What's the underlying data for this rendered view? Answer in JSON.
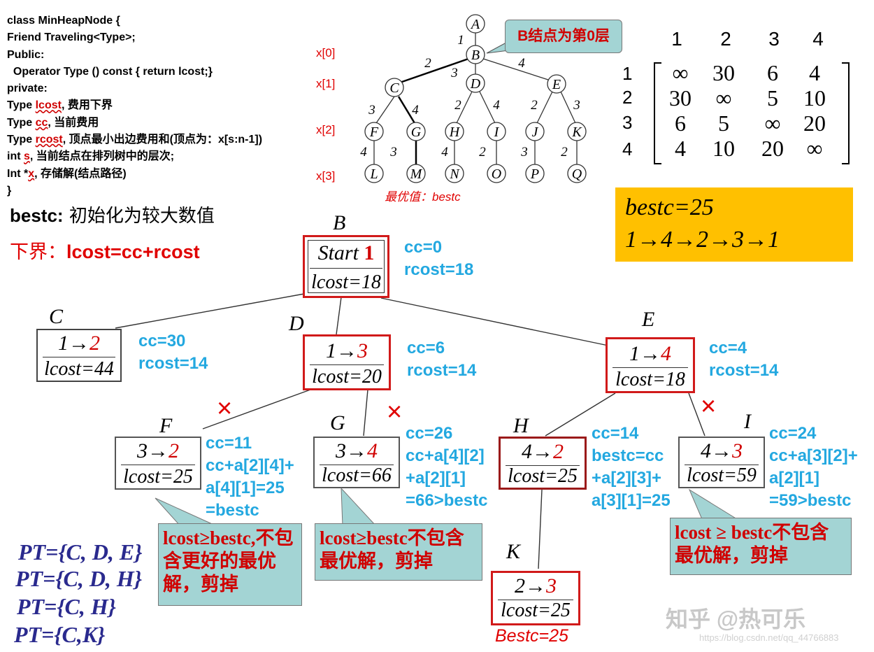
{
  "code": {
    "lines": [
      [
        {
          "t": "class MinHeapNode {"
        }
      ],
      [
        {
          "t": "Friend Traveling<Type>;"
        }
      ],
      [
        {
          "t": "Public:"
        }
      ],
      [
        {
          "t": "  Operator Type () const { return lcost;}"
        }
      ],
      [
        {
          "t": "private:"
        }
      ],
      [
        {
          "t": "Type "
        },
        {
          "t": "lcost",
          "c": "red"
        },
        {
          "t": ", 费用下界"
        }
      ],
      [
        {
          "t": "Type "
        },
        {
          "t": "cc",
          "c": "red"
        },
        {
          "t": ", 当前费用"
        }
      ],
      [
        {
          "t": "Type "
        },
        {
          "t": "rcost",
          "c": "red"
        },
        {
          "t": ", 顶点最小出边费用和(顶点为：x[s:n-1])"
        }
      ],
      [
        {
          "t": "int "
        },
        {
          "t": "s",
          "c": "red"
        },
        {
          "t": ", 当前结点在排列树中的层次;"
        }
      ],
      [
        {
          "t": "Int *"
        },
        {
          "t": "x",
          "c": "red"
        },
        {
          "t": ", 存储解(结点路径)"
        }
      ],
      [
        {
          "t": "}"
        }
      ]
    ],
    "x_labels": [
      "x[0]",
      "x[1]",
      "x[2]",
      "x[3]"
    ]
  },
  "small_tree": {
    "nodes": [
      "A",
      "B",
      "C",
      "D",
      "E",
      "F",
      "G",
      "H",
      "I",
      "J",
      "K",
      "L",
      "M",
      "N",
      "O",
      "P",
      "Q"
    ],
    "edge_labels": [
      "1",
      "2",
      "3",
      "4",
      "3",
      "4",
      "2",
      "4",
      "2",
      "3",
      "4",
      "3",
      "4",
      "2",
      "3",
      "2"
    ],
    "callout": "B结点为第0层",
    "caption": "最优值：bestc"
  },
  "matrix": {
    "col_headers": [
      "1",
      "2",
      "3",
      "4"
    ],
    "row_headers": [
      "1",
      "2",
      "3",
      "4"
    ],
    "cells": [
      [
        "∞",
        "30",
        "6",
        "4"
      ],
      [
        "30",
        "∞",
        "5",
        "10"
      ],
      [
        "6",
        "5",
        "∞",
        "20"
      ],
      [
        "4",
        "10",
        "20",
        "∞"
      ]
    ]
  },
  "notes": {
    "bestc_init_label": "bestc:",
    "bestc_init_text": " 初始化为较大数值",
    "lower_bound_prefix": "下界：",
    "lower_bound_formula": "lcost=cc+rcost"
  },
  "result_box": {
    "line1": "bestc=25",
    "line2": "1→4→2→3→1"
  },
  "tree": {
    "B": {
      "letter": "B",
      "top": "Start",
      "top_num": "1",
      "bottom": "lcost=18",
      "info": "cc=0\nrcost=18"
    },
    "C": {
      "letter": "C",
      "top_a": "1→",
      "top_b": "2",
      "bottom": "lcost=44",
      "info": "cc=30\nrcost=14"
    },
    "D": {
      "letter": "D",
      "top_a": "1→",
      "top_b": "3",
      "bottom": "lcost=20",
      "info": "cc=6\nrcost=14"
    },
    "E": {
      "letter": "E",
      "top_a": "1→",
      "top_b": "4",
      "bottom": "lcost=18",
      "info": "cc=4\nrcost=14"
    },
    "F": {
      "letter": "F",
      "top_a": "3→",
      "top_b": "2",
      "bottom": "lcost=25",
      "info": "cc=11\ncc+a[2][4]+\na[4][1]=25\n=bestc"
    },
    "G": {
      "letter": "G",
      "top_a": "3→",
      "top_b": "4",
      "bottom": "lcost=66",
      "info": "cc=26\ncc+a[4][2]\n+a[2][1]\n=66>bestc"
    },
    "H": {
      "letter": "H",
      "top_a": "4→",
      "top_b": "2",
      "bottom": "lcost=25",
      "info": "cc=14\nbestc=cc\n+a[2][3]+\na[3][1]=25"
    },
    "I": {
      "letter": "I",
      "top_a": "4→",
      "top_b": "3",
      "bottom": "lcost=59",
      "info": "cc=24\ncc+a[3][2]+\na[2][1]\n=59>bestc"
    },
    "K": {
      "letter": "K",
      "top_a": "2→",
      "top_b": "3",
      "bottom": "lcost=25",
      "caption": "Bestc=25"
    }
  },
  "prune_marks": [
    "×",
    "×",
    "×"
  ],
  "callouts": {
    "left": "lcost≥bestc,不包含更好的最优解，剪掉",
    "mid": "lcost≥bestc不包含最优解，剪掉",
    "right": "lcost ≥ bestc不包含最优解，剪掉"
  },
  "pt_list": [
    "PT={C, D, E}",
    "PT={C, D, H}",
    "PT={C, H}",
    "PT={C,K}"
  ],
  "watermark": {
    "main": "知乎 @热可乐",
    "url": "https://blog.csdn.net/qq_44766883"
  }
}
